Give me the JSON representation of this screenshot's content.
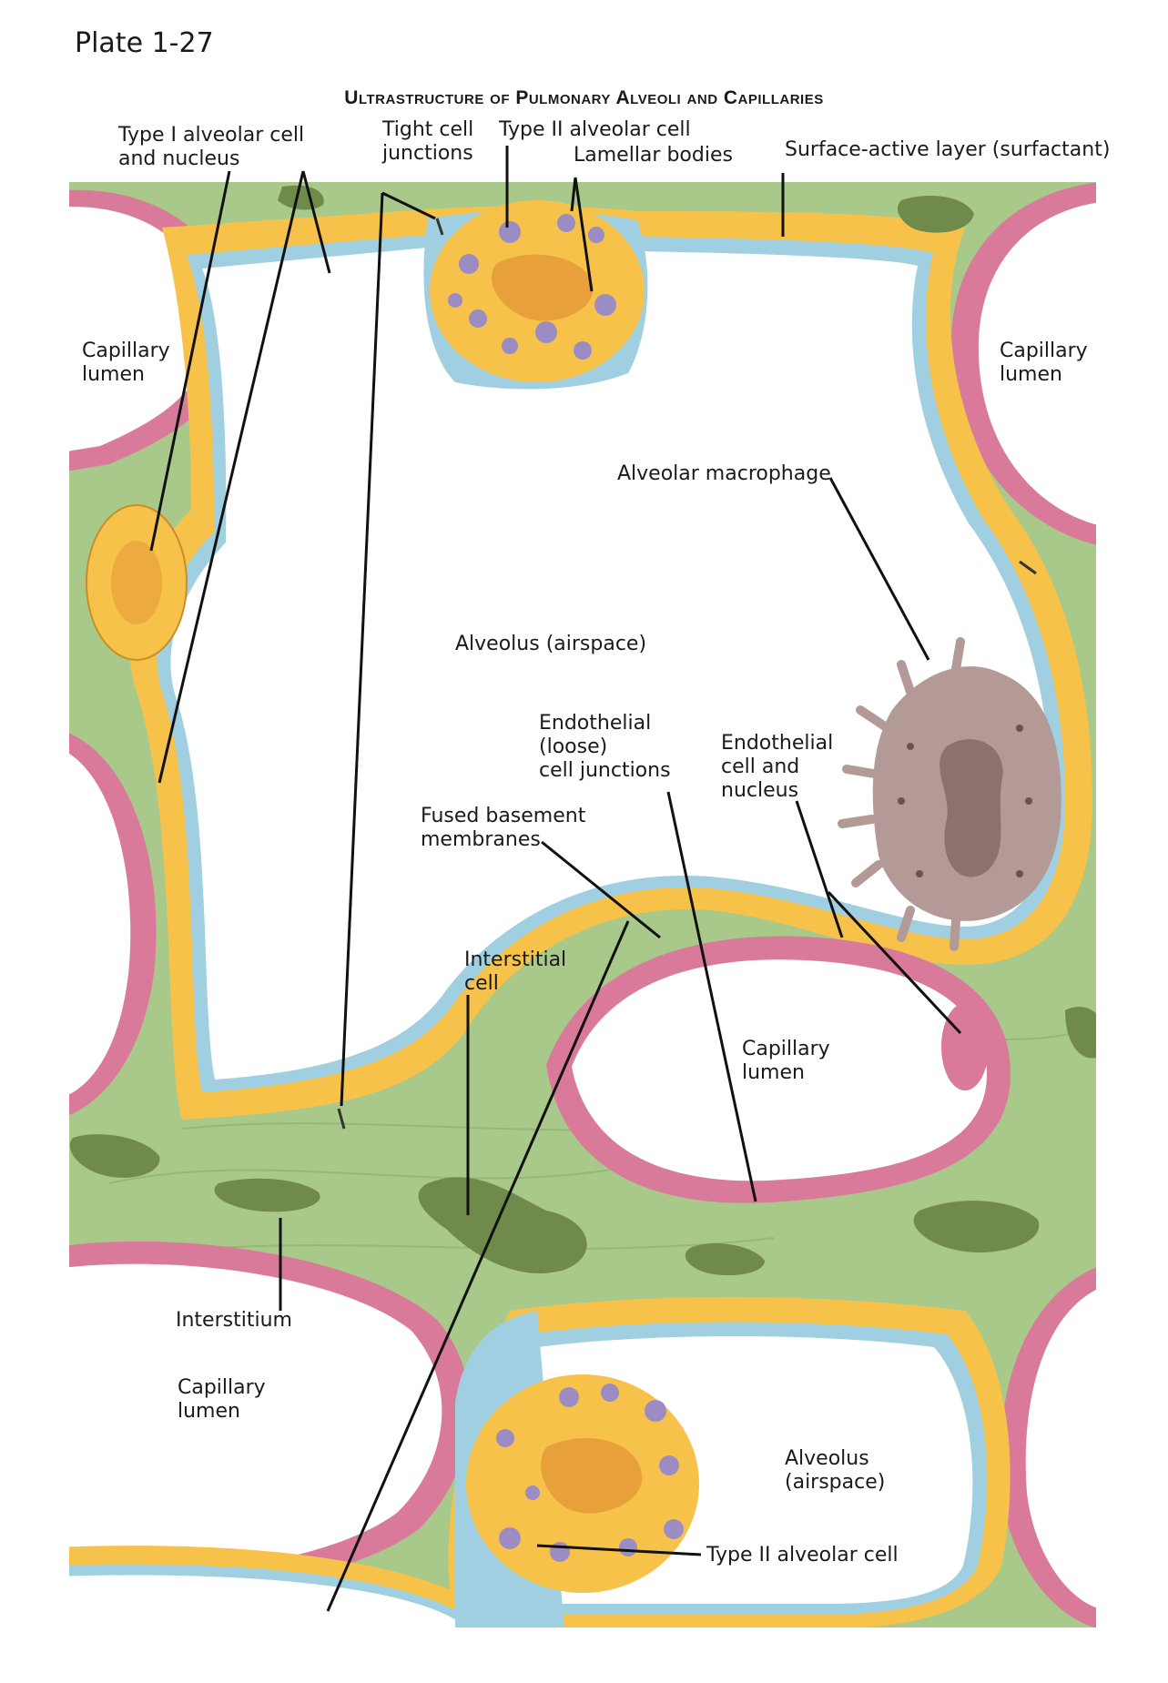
{
  "plate_number": "Plate 1-27",
  "title": "Ultrastructure of Pulmonary Alveoli and Capillaries",
  "colors": {
    "interstitium": "#a9c98a",
    "type1_cell": "#f7c24a",
    "surfactant": "#9fcfe0",
    "endothelium": "#d97a9a",
    "macrophage": "#b49a96",
    "lamellar_bodies": "#9b8cc4",
    "interstitial_cell": "#6f8a4a"
  },
  "labels": {
    "type1_cell": "Type I alveolar cell\nand nucleus",
    "tight_junctions": "Tight cell\njunctions",
    "type2_top": "Type II alveolar cell",
    "lamellar_bodies": "Lamellar bodies",
    "surfactant": "Surface-active layer (surfactant)",
    "cap_lumen_left": "Capillary\nlumen",
    "cap_lumen_right": "Capillary\nlumen",
    "macrophage": "Alveolar macrophage",
    "alveolus_main": "Alveolus (airspace)",
    "endo_junctions": "Endothelial\n(loose)\ncell junctions",
    "endo_cell": "Endothelial\ncell and\nnucleus",
    "fused_bm": "Fused basement\nmembranes",
    "interstitial_cell": "Interstitial\ncell",
    "cap_lumen_center": "Capillary\nlumen",
    "interstitium": "Interstitium",
    "cap_lumen_bottom": "Capillary\nlumen",
    "alveolus_bottom": "Alveolus\n(airspace)",
    "type2_bottom": "Type II alveolar cell"
  }
}
